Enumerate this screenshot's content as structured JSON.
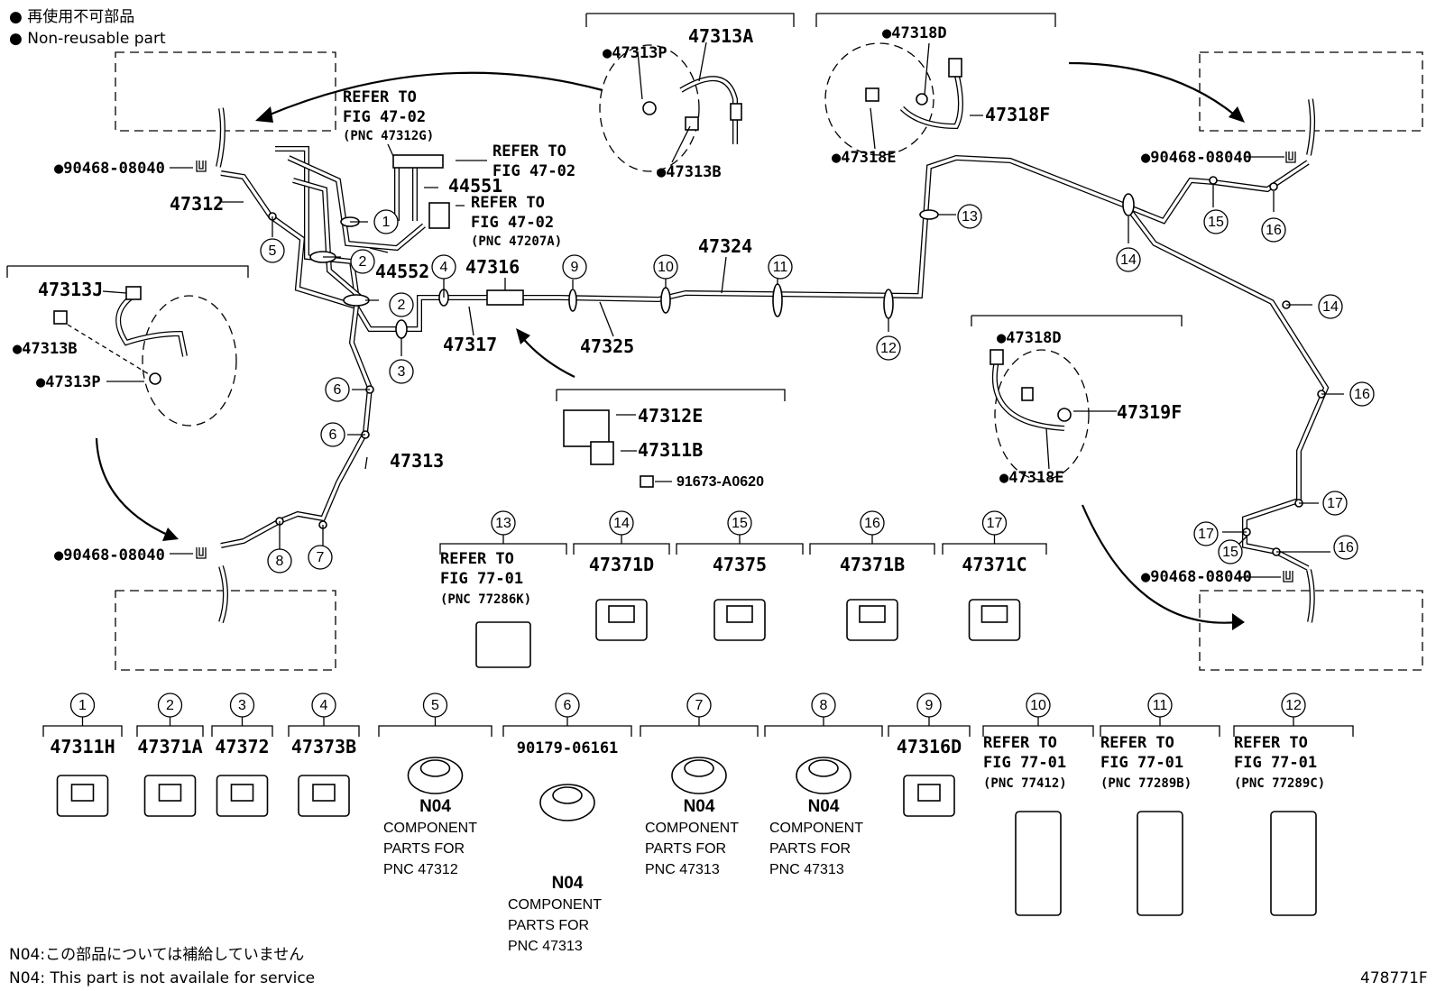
{
  "legend": {
    "line_jp": "● 再使用不可部品",
    "line_en": "● Non-reusable part"
  },
  "footer": {
    "note_jp": "N04:この部品については補給していません",
    "note_en": "N04: This part is not availale for service",
    "figure_id": "478771F"
  },
  "labels": {
    "p47313A": "47313A",
    "p47313P_top": "●47313P",
    "p47313B_top": "●47313B",
    "p47318D_top": "●47318D",
    "p47318F": "47318F",
    "p47318E_top": "●47318E",
    "p90468_tl": "●90468-08040",
    "p90468_bl": "●90468-08040",
    "p90468_tr": "●90468-08040",
    "p90468_br": "●90468-08040",
    "p47312": "47312",
    "p44551": "44551",
    "p44552": "44552",
    "p47316": "47316",
    "p47317": "47317",
    "p47324": "47324",
    "p47325": "47325",
    "p47313": "47313",
    "p47313J": "47313J",
    "p47313B_left": "●47313B",
    "p47313P_left": "●47313P",
    "p47312E": "47312E",
    "p47311B": "47311B",
    "p91673": "91673-A0620",
    "p47318D_right": "●47318D",
    "p47319F": "47319F",
    "p47318E_right": "●47318E",
    "ref_top1": [
      "REFER TO",
      "FIG 47-02",
      "(PNC 47312G)"
    ],
    "ref_top2": [
      "REFER TO",
      "FIG 47-02"
    ],
    "ref_top3": [
      "REFER TO",
      "FIG 47-02",
      "(PNC 47207A)"
    ]
  },
  "callouts": [
    {
      "n": "1"
    },
    {
      "n": "2"
    },
    {
      "n": "2"
    },
    {
      "n": "3"
    },
    {
      "n": "4"
    },
    {
      "n": "5"
    },
    {
      "n": "6"
    },
    {
      "n": "6"
    },
    {
      "n": "7"
    },
    {
      "n": "8"
    },
    {
      "n": "9"
    },
    {
      "n": "10"
    },
    {
      "n": "11"
    },
    {
      "n": "12"
    },
    {
      "n": "13"
    },
    {
      "n": "14"
    },
    {
      "n": "14"
    },
    {
      "n": "15"
    },
    {
      "n": "15"
    },
    {
      "n": "16"
    },
    {
      "n": "16"
    },
    {
      "n": "16"
    },
    {
      "n": "17"
    },
    {
      "n": "17"
    }
  ],
  "middle_row": [
    {
      "num": "13",
      "lines": [
        "REFER TO",
        "FIG 77-01",
        "(PNC 77286K)"
      ]
    },
    {
      "num": "14",
      "part": "47371D"
    },
    {
      "num": "15",
      "part": "47375"
    },
    {
      "num": "16",
      "part": "47371B"
    },
    {
      "num": "17",
      "part": "47371C"
    }
  ],
  "bottom_row": [
    {
      "num": "1",
      "part": "47311H"
    },
    {
      "num": "2",
      "part": "47371A"
    },
    {
      "num": "3",
      "part": "47372"
    },
    {
      "num": "4",
      "part": "47373B"
    },
    {
      "num": "5",
      "n04": "N04",
      "lines": [
        "COMPONENT",
        "PARTS FOR",
        "PNC 47312"
      ]
    },
    {
      "num": "6",
      "part": "90179-06161",
      "n04": "N04",
      "lines": [
        "COMPONENT",
        "PARTS FOR",
        "PNC 47313"
      ]
    },
    {
      "num": "7",
      "n04": "N04",
      "lines": [
        "COMPONENT",
        "PARTS FOR",
        "PNC 47313"
      ]
    },
    {
      "num": "8",
      "n04": "N04",
      "lines": [
        "COMPONENT",
        "PARTS FOR",
        "PNC 47313"
      ]
    },
    {
      "num": "9",
      "part": "47316D"
    },
    {
      "num": "10",
      "lines": [
        "REFER TO",
        "FIG 77-01",
        "(PNC 77412)"
      ]
    },
    {
      "num": "11",
      "lines": [
        "REFER TO",
        "FIG 77-01",
        "(PNC 77289B)"
      ]
    },
    {
      "num": "12",
      "lines": [
        "REFER TO",
        "FIG 77-01",
        "(PNC 77289C)"
      ]
    }
  ]
}
